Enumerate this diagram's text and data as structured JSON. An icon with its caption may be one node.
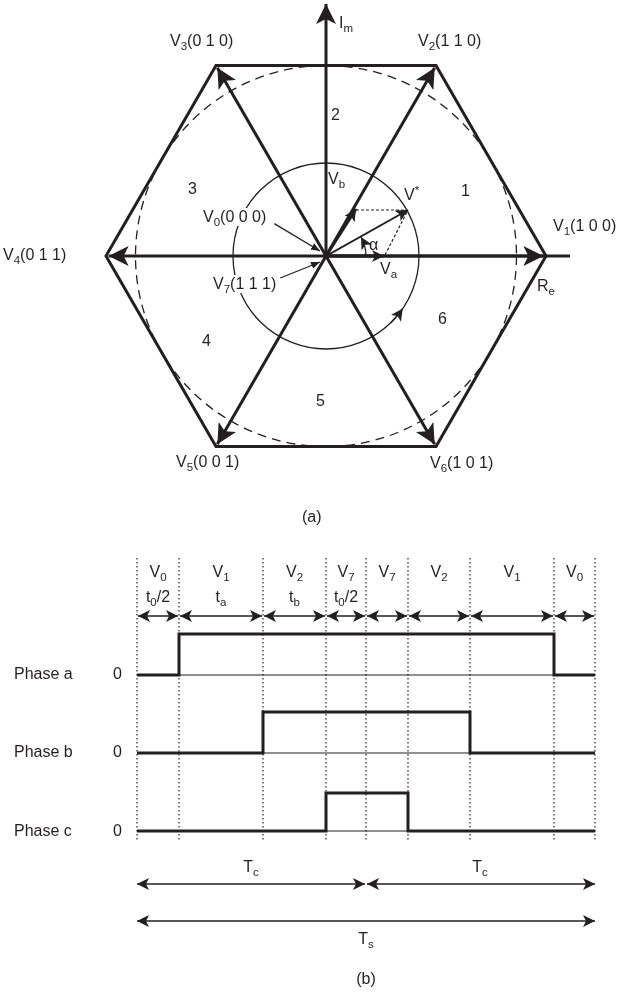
{
  "diagram": {
    "nodes": [
      {
        "text": [
          "V$_{0}$(0 0 0)"
        ]
      },
      {
        "text": [
          "V$_{7}$(1 1 1)"
        ]
      }
    ],
    "edges": [
      {
        "from": 0,
        "to": null,
        "arrow": "to"
      },
      {
        "from": 1,
        "to": null,
        "arrow": "to"
      }
    ],
    "labels": [
      "I$_{m}$",
      "V$_{3}$(0 1 0)",
      "V$_{2}$(1 1 0)",
      "2",
      "3",
      "V$_{b}$",
      "V$^{*}$",
      "1",
      "V$_{1}$(1 0 0)",
      "V$_{4}$(0 1 1)",
      "α",
      "V$_{a}$",
      "R$_{e}$",
      "6",
      "4",
      "5",
      "V$_{5}$(0 0 1)",
      "V$_{6}$(1 0 1)",
      "(a)",
      "V$_{0}$",
      "V$_{1}$",
      "V$_{2}$",
      "V$_{7}$",
      "V$_{7}$",
      "V$_{2}$",
      "V$_{1}$",
      "V$_{0}$",
      "t$_{0}$/2",
      "t$_{a}$",
      "t$_{b}$",
      "t$_{0}$/2",
      "Phase a",
      "0",
      "Phase b",
      "0",
      "Phase c",
      "0",
      "T$_{c}$",
      "T$_{c}$",
      "T$_{s}$",
      "(b)"
    ]
  }
}
